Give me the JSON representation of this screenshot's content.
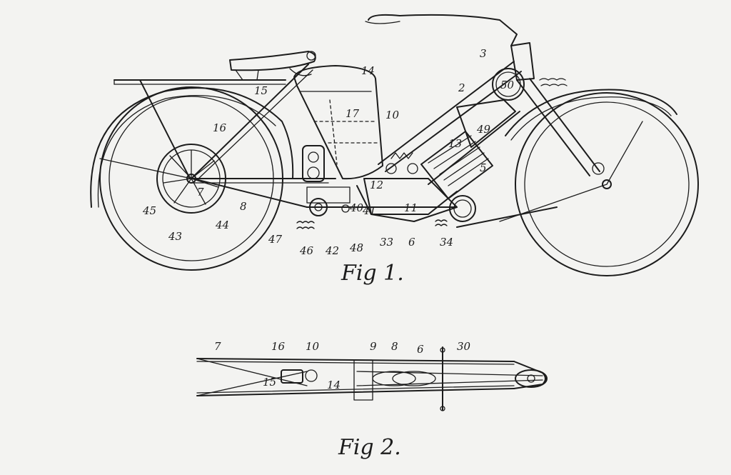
{
  "figure1": {
    "caption": "Fig 1.",
    "labels": [
      "14",
      "15",
      "16",
      "17",
      "10",
      "3",
      "50",
      "2",
      "13",
      "49",
      "5",
      "12",
      "11",
      "7",
      "45",
      "8",
      "44",
      "43",
      "47",
      "46",
      "42",
      "48",
      "33",
      "6",
      "34",
      "40",
      "41"
    ]
  },
  "figure2": {
    "caption": "Fig 2.",
    "labels": [
      "7",
      "16",
      "10",
      "9",
      "8",
      "6",
      "30",
      "15",
      "14"
    ]
  }
}
